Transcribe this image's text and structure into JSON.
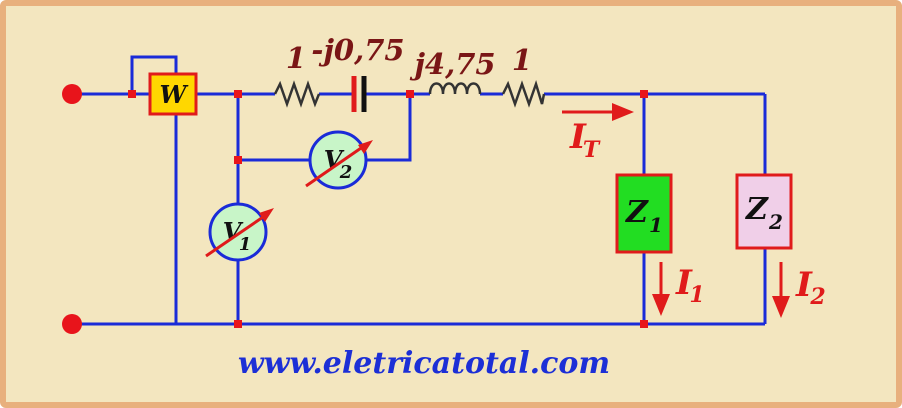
{
  "colors": {
    "background": "#f3e6bf",
    "border": "#e8b07d",
    "wire": "#1a2bd8",
    "terminal": "#e8141b",
    "label_dark": "#7a1616",
    "label_red": "#e01b1b",
    "url": "#1c2fd6",
    "wattmeter_fill": "#ffd700",
    "voltmeter_fill": "#c8f5c8",
    "z1_fill": "#22dd22",
    "z2_fill": "#f0cfe8"
  },
  "components": {
    "wattmeter": "W",
    "resistor1_value": "1",
    "capacitor_value": "-j0,75",
    "inductor_value": "j4,75",
    "resistor2_value": "1",
    "v1_main": "V",
    "v1_sub": "1",
    "v2_main": "V",
    "v2_sub": "2",
    "z1_main": "Z",
    "z1_sub": "1",
    "z2_main": "Z",
    "z2_sub": "2"
  },
  "currents": {
    "it_main": "I",
    "it_sub": "T",
    "i1_main": "I",
    "i1_sub": "1",
    "i2_main": "I",
    "i2_sub": "2"
  },
  "website": "www.eletricatotal.com"
}
